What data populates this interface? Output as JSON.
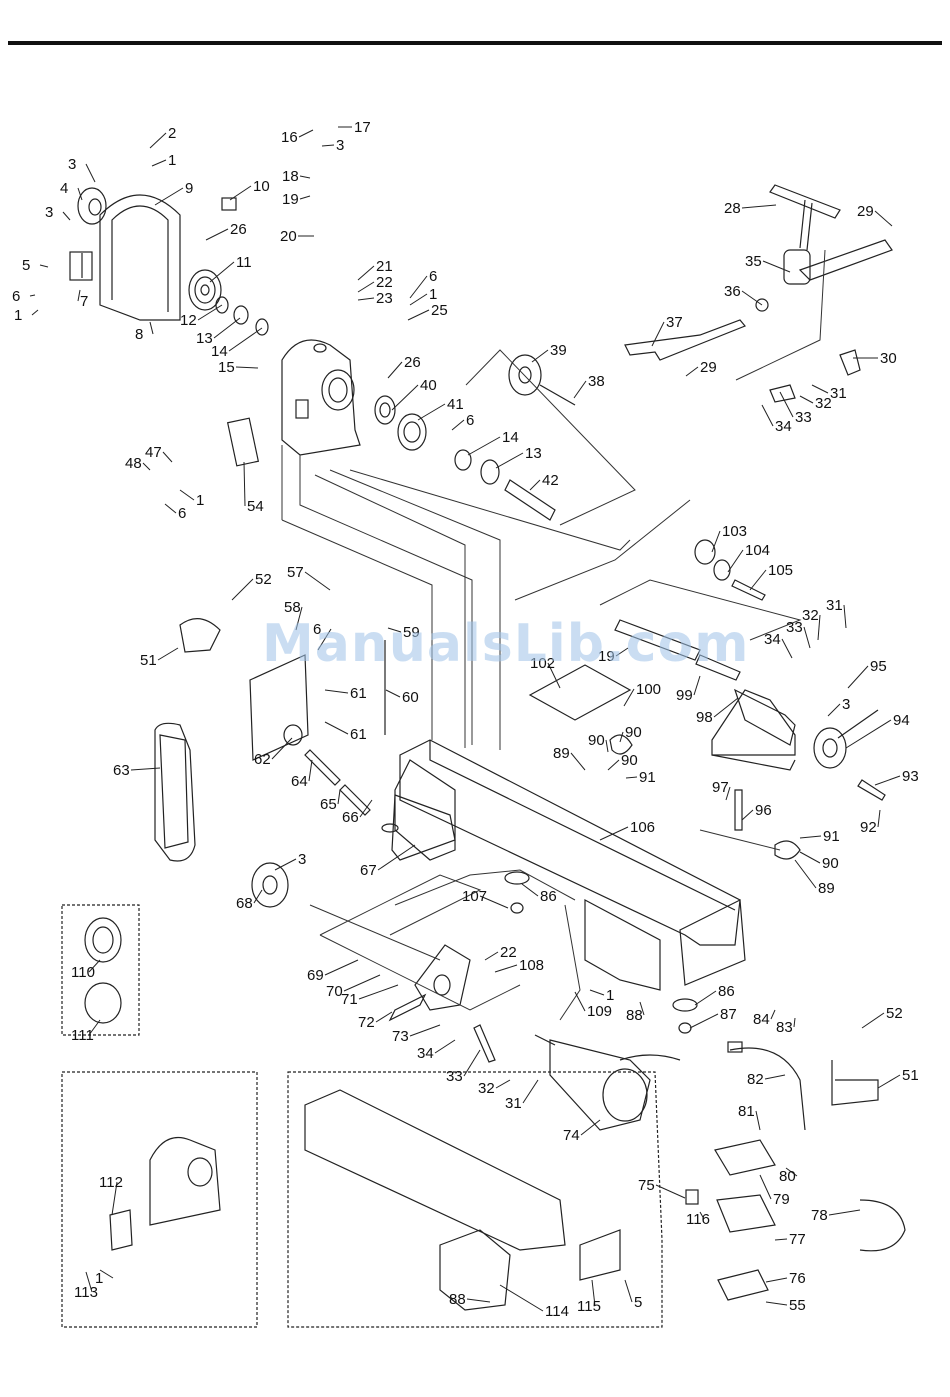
{
  "watermark": "ManualsLib.com",
  "callouts": [
    {
      "id": "c2",
      "label": "2"
    },
    {
      "id": "c1a",
      "label": "1"
    },
    {
      "id": "c3a",
      "label": "3"
    },
    {
      "id": "c4",
      "label": "4"
    },
    {
      "id": "c9",
      "label": "9"
    },
    {
      "id": "c10",
      "label": "10"
    },
    {
      "id": "c3b",
      "label": "3"
    },
    {
      "id": "c26a",
      "label": "26"
    },
    {
      "id": "c11",
      "label": "11"
    },
    {
      "id": "c5a",
      "label": "5"
    },
    {
      "id": "c6a",
      "label": "6"
    },
    {
      "id": "c7",
      "label": "7"
    },
    {
      "id": "c1b",
      "label": "1"
    },
    {
      "id": "c8",
      "label": "8"
    },
    {
      "id": "c12",
      "label": "12"
    },
    {
      "id": "c13a",
      "label": "13"
    },
    {
      "id": "c14a",
      "label": "14"
    },
    {
      "id": "c15",
      "label": "15"
    },
    {
      "id": "c16",
      "label": "16"
    },
    {
      "id": "c17",
      "label": "17"
    },
    {
      "id": "c3c",
      "label": "3"
    },
    {
      "id": "c18",
      "label": "18"
    },
    {
      "id": "c19",
      "label": "19"
    },
    {
      "id": "c20",
      "label": "20"
    },
    {
      "id": "c21",
      "label": "21"
    },
    {
      "id": "c22a",
      "label": "22"
    },
    {
      "id": "c23",
      "label": "23"
    },
    {
      "id": "c6b",
      "label": "6"
    },
    {
      "id": "c1c",
      "label": "1"
    },
    {
      "id": "c25",
      "label": "25"
    },
    {
      "id": "c26b",
      "label": "26"
    },
    {
      "id": "c40",
      "label": "40"
    },
    {
      "id": "c41",
      "label": "41"
    },
    {
      "id": "c6c",
      "label": "6"
    },
    {
      "id": "c14b",
      "label": "14"
    },
    {
      "id": "c13b",
      "label": "13"
    },
    {
      "id": "c42",
      "label": "42"
    },
    {
      "id": "c47",
      "label": "47"
    },
    {
      "id": "c48",
      "label": "48"
    },
    {
      "id": "c1d",
      "label": "1"
    },
    {
      "id": "c6d",
      "label": "6"
    },
    {
      "id": "c54",
      "label": "54"
    },
    {
      "id": "c39",
      "label": "39"
    },
    {
      "id": "c38",
      "label": "38"
    },
    {
      "id": "c28",
      "label": "28"
    },
    {
      "id": "c29a",
      "label": "29"
    },
    {
      "id": "c35",
      "label": "35"
    },
    {
      "id": "c36",
      "label": "36"
    },
    {
      "id": "c37",
      "label": "37"
    },
    {
      "id": "c29b",
      "label": "29"
    },
    {
      "id": "c30",
      "label": "30"
    },
    {
      "id": "c32a",
      "label": "32"
    },
    {
      "id": "c31a",
      "label": "31"
    },
    {
      "id": "c34a",
      "label": "34"
    },
    {
      "id": "c33a",
      "label": "33"
    },
    {
      "id": "c103",
      "label": "103"
    },
    {
      "id": "c104",
      "label": "104"
    },
    {
      "id": "c105",
      "label": "105"
    },
    {
      "id": "c52a",
      "label": "52"
    },
    {
      "id": "c57",
      "label": "57"
    },
    {
      "id": "c58",
      "label": "58"
    },
    {
      "id": "c6e",
      "label": "6"
    },
    {
      "id": "c59",
      "label": "59"
    },
    {
      "id": "c51a",
      "label": "51"
    },
    {
      "id": "c19b",
      "label": "19"
    },
    {
      "id": "c102",
      "label": "102"
    },
    {
      "id": "c100",
      "label": "100"
    },
    {
      "id": "c90a",
      "label": "90"
    },
    {
      "id": "c61a",
      "label": "61"
    },
    {
      "id": "c60",
      "label": "60"
    },
    {
      "id": "c61b",
      "label": "61"
    },
    {
      "id": "c32b",
      "label": "32"
    },
    {
      "id": "c31b",
      "label": "31"
    },
    {
      "id": "c33b",
      "label": "33"
    },
    {
      "id": "c34b",
      "label": "34"
    },
    {
      "id": "c95",
      "label": "95"
    },
    {
      "id": "c99",
      "label": "99"
    },
    {
      "id": "c3d",
      "label": "3"
    },
    {
      "id": "c98",
      "label": "98"
    },
    {
      "id": "c94",
      "label": "94"
    },
    {
      "id": "c63",
      "label": "63"
    },
    {
      "id": "c62",
      "label": "62"
    },
    {
      "id": "c89a",
      "label": "89"
    },
    {
      "id": "c90b",
      "label": "90"
    },
    {
      "id": "c90c",
      "label": "90"
    },
    {
      "id": "c91a",
      "label": "91"
    },
    {
      "id": "c64",
      "label": "64"
    },
    {
      "id": "c65",
      "label": "65"
    },
    {
      "id": "c66",
      "label": "66"
    },
    {
      "id": "c97",
      "label": "97"
    },
    {
      "id": "c93",
      "label": "93"
    },
    {
      "id": "c96",
      "label": "96"
    },
    {
      "id": "c92",
      "label": "92"
    },
    {
      "id": "c106",
      "label": "106"
    },
    {
      "id": "c91b",
      "label": "91"
    },
    {
      "id": "c3e",
      "label": "3"
    },
    {
      "id": "c90d",
      "label": "90"
    },
    {
      "id": "c67",
      "label": "67"
    },
    {
      "id": "c89b",
      "label": "89"
    },
    {
      "id": "c107",
      "label": "107"
    },
    {
      "id": "c86a",
      "label": "86"
    },
    {
      "id": "c68",
      "label": "68"
    },
    {
      "id": "c22b",
      "label": "22"
    },
    {
      "id": "c108",
      "label": "108"
    },
    {
      "id": "c69",
      "label": "69"
    },
    {
      "id": "c70",
      "label": "70"
    },
    {
      "id": "c71",
      "label": "71"
    },
    {
      "id": "c1e",
      "label": "1"
    },
    {
      "id": "c109",
      "label": "109"
    },
    {
      "id": "c86b",
      "label": "86"
    },
    {
      "id": "c52b",
      "label": "52"
    },
    {
      "id": "c72",
      "label": "72"
    },
    {
      "id": "c88a",
      "label": "88"
    },
    {
      "id": "c87",
      "label": "87"
    },
    {
      "id": "c84",
      "label": "84"
    },
    {
      "id": "c83",
      "label": "83"
    },
    {
      "id": "c73",
      "label": "73"
    },
    {
      "id": "c34c",
      "label": "34"
    },
    {
      "id": "c110",
      "label": "110"
    },
    {
      "id": "c111",
      "label": "111"
    },
    {
      "id": "c51b",
      "label": "51"
    },
    {
      "id": "c82",
      "label": "82"
    },
    {
      "id": "c33c",
      "label": "33"
    },
    {
      "id": "c32c",
      "label": "32"
    },
    {
      "id": "c31c",
      "label": "31"
    },
    {
      "id": "c81",
      "label": "81"
    },
    {
      "id": "c74",
      "label": "74"
    },
    {
      "id": "c112",
      "label": "112"
    },
    {
      "id": "c80",
      "label": "80"
    },
    {
      "id": "c75",
      "label": "75"
    },
    {
      "id": "c79",
      "label": "79"
    },
    {
      "id": "c78",
      "label": "78"
    },
    {
      "id": "c116",
      "label": "116"
    },
    {
      "id": "c77",
      "label": "77"
    },
    {
      "id": "c113",
      "label": "113"
    },
    {
      "id": "c1f",
      "label": "1"
    },
    {
      "id": "c76",
      "label": "76"
    },
    {
      "id": "c88b",
      "label": "88"
    },
    {
      "id": "c114",
      "label": "114"
    },
    {
      "id": "c115",
      "label": "115"
    },
    {
      "id": "c5b",
      "label": "5"
    },
    {
      "id": "c55",
      "label": "55"
    }
  ]
}
